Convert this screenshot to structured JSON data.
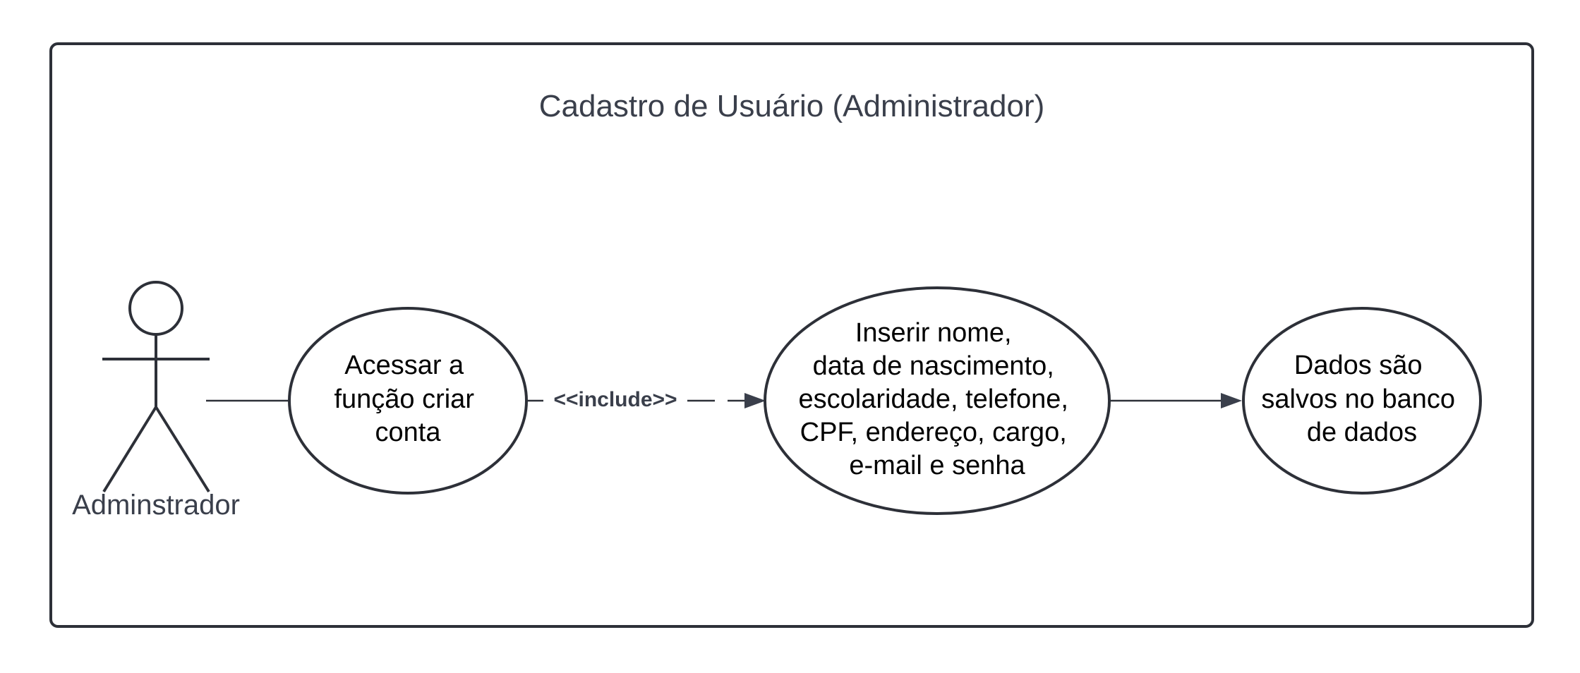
{
  "diagram": {
    "title": "Cadastro de Usuário (Administrador)",
    "actor": {
      "label": "Adminstrador"
    },
    "use_cases": [
      {
        "id": "uc1",
        "lines": [
          "Acessar a",
          "função criar",
          "conta"
        ]
      },
      {
        "id": "uc2",
        "lines": [
          "Inserir nome,",
          "data de nascimento,",
          "escolaridade, telefone,",
          "CPF, endereço, cargo,",
          "e-mail e senha"
        ]
      },
      {
        "id": "uc3",
        "lines": [
          "Dados são",
          "salvos no banco",
          "de dados"
        ]
      }
    ],
    "relations": {
      "include_label": "<<include>>"
    },
    "colors": {
      "stroke": "#2d3038",
      "text": "#000000",
      "title_text": "#3a3f4b"
    }
  }
}
